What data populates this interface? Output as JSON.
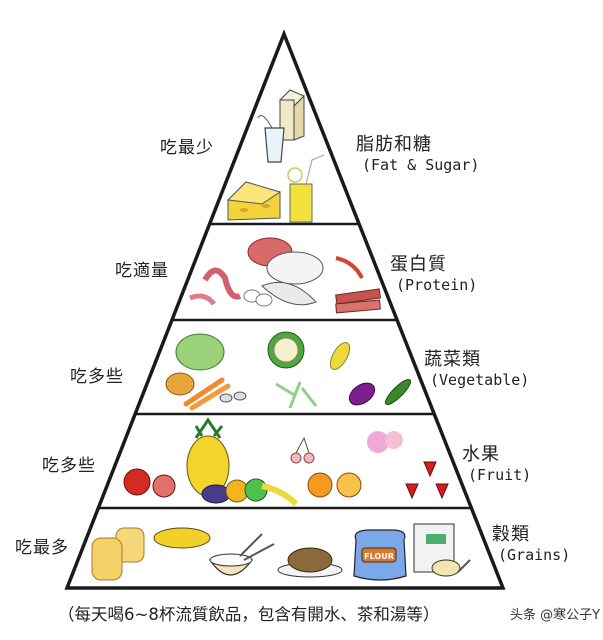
{
  "diagram": {
    "type": "food-pyramid",
    "tiers": [
      {
        "portion": "吃最少",
        "name_zh": "脂肪和糖",
        "name_en": "(Fat & Sugar)",
        "foods": [
          "milk-carton",
          "glass-of-milk",
          "cheese",
          "juice-glass"
        ]
      },
      {
        "portion": "吃適量",
        "name_zh": "蛋白質",
        "name_en": "(Protein)",
        "foods": [
          "sausage",
          "ham",
          "chicken",
          "eggs",
          "fish",
          "shrimp",
          "bacon"
        ]
      },
      {
        "portion": "吃多些",
        "name_zh": "蔬菜類",
        "name_en": "(Vegetable)",
        "foods": [
          "cabbage",
          "potatoes",
          "carrots",
          "mushrooms",
          "cauliflower",
          "green-beans",
          "corn",
          "eggplant",
          "cucumber"
        ]
      },
      {
        "portion": "吃多些",
        "name_zh": "水果",
        "name_en": "(Fruit)",
        "foods": [
          "tomato",
          "pineapple",
          "grapes",
          "orange",
          "apple",
          "banana",
          "cherries",
          "peach",
          "strawberries"
        ]
      },
      {
        "portion": "吃最多",
        "name_zh": "穀類",
        "name_en": "(Grains)",
        "foods": [
          "bread",
          "pastry",
          "rice-bowl",
          "noodles",
          "flour-bag",
          "cereal"
        ]
      }
    ],
    "flour_label": "FLOUR",
    "footnote": "（每天喝6~8杯流質飲品，包含有開水、茶和湯等）",
    "watermark": "头条 @寒公子Y"
  },
  "colors": {
    "outline": "#1a1a1a",
    "background": "#ffffff"
  }
}
